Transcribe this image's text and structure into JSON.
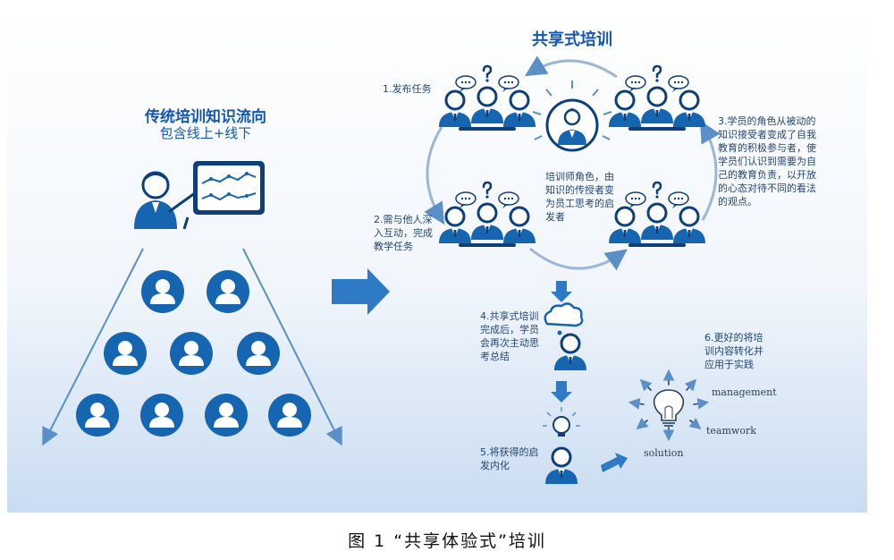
{
  "left": {
    "title": "传统培训知识流向",
    "subtitle": "包含线上+线下"
  },
  "right": {
    "title": "共享式培训",
    "trainer_role": "培训师角色，由知识的传授者变为员工思考的启发者",
    "steps": [
      "1.发布任务",
      "2.需与他人深入互动，完成教学任务",
      "3.学员的角色从被动的知识接受者变成了自我教育的积极参与者，使学员们认识到需要为自己的教育负责，以开放的心态对待不同的看法的观点。",
      "4.共享式培训完成后，学员会再次主动思考总结",
      "5.将获得的启发内化",
      "6.更好的将培训内容转化并应用于实践"
    ],
    "keywords": [
      "management",
      "teamwork",
      "solution"
    ]
  },
  "caption": "图 1 “共享体验式”培训",
  "colors": {
    "primary": "#1565b0",
    "dark": "#0d3f7a",
    "arrow": "#2f7ac4",
    "panel": "#dbe8f6"
  }
}
